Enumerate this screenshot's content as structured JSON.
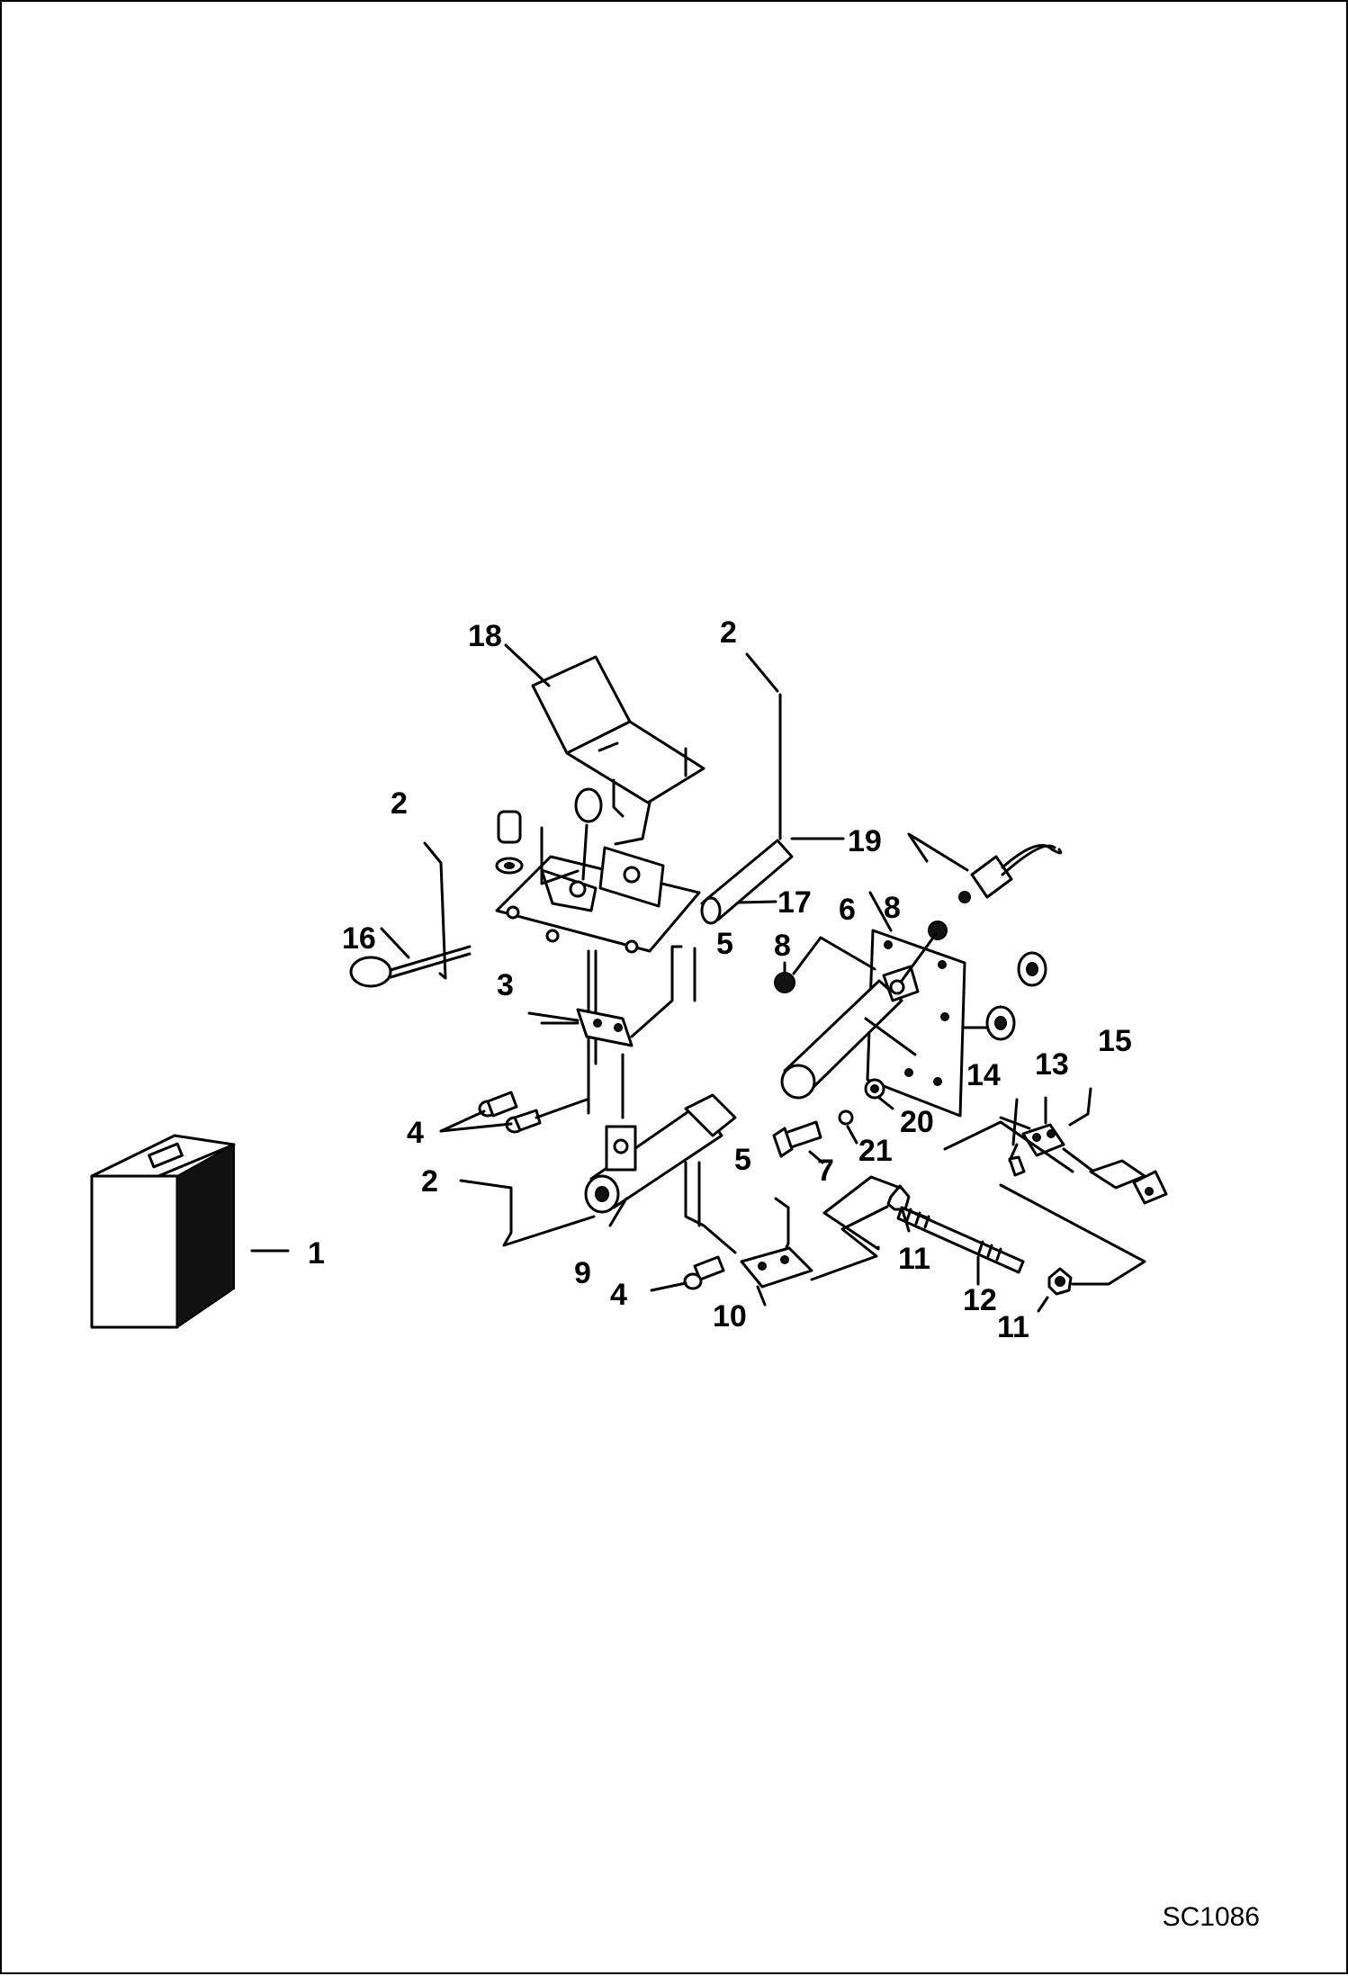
{
  "drawing_code": "SC1086",
  "callouts": {
    "c1": "1",
    "c2a": "2",
    "c2b": "2",
    "c2c": "2",
    "c3": "3",
    "c4a": "4",
    "c4b": "4",
    "c5a": "5",
    "c5b": "5",
    "c6": "6",
    "c7": "7",
    "c8a": "8",
    "c8b": "8",
    "c9": "9",
    "c10": "10",
    "c11a": "11",
    "c11b": "11",
    "c12": "12",
    "c13": "13",
    "c14": "14",
    "c15": "15",
    "c16": "16",
    "c17": "17",
    "c18": "18",
    "c19": "19",
    "c20": "20",
    "c21": "21"
  }
}
